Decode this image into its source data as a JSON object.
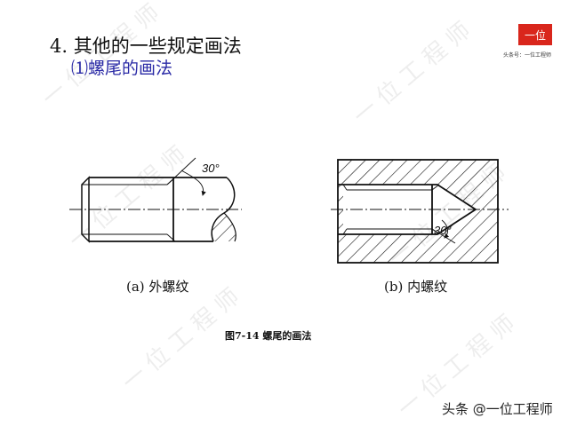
{
  "heading": {
    "main": "4. 其他的一些规定画法",
    "sub": "⑴螺尾的画法"
  },
  "logo": {
    "text": "一位",
    "caption": "头条号：一位工程师"
  },
  "watermark": "一位工程师",
  "figure": {
    "external_angle": "30°",
    "internal_angle": "30°",
    "caption_a": "(a)  外螺纹",
    "caption_b": "(b)  内螺纹",
    "title": "图7-14    螺尾的画法"
  },
  "footer": "头条 @一位工程师"
}
